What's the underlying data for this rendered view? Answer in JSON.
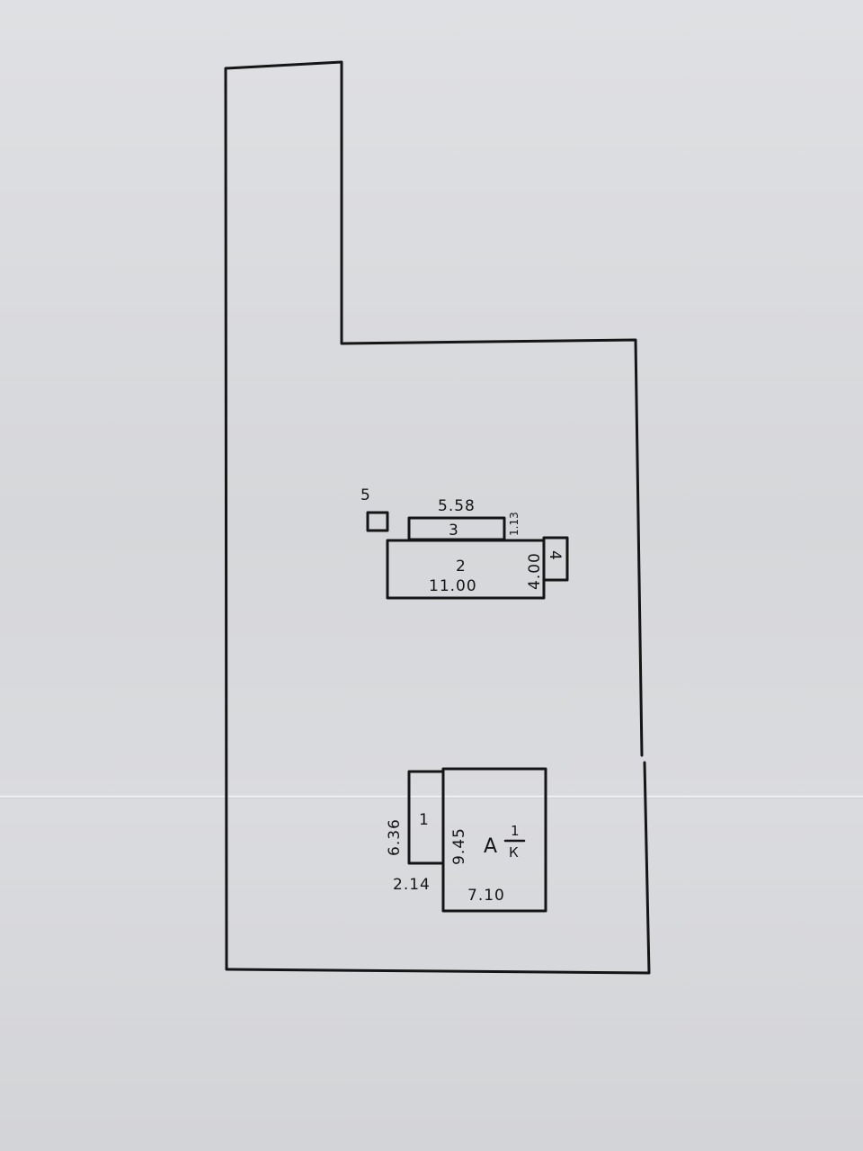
{
  "marker5": "5",
  "building3": {
    "id": "3",
    "width": "5.58",
    "side": "1.13"
  },
  "building2": {
    "id": "2",
    "width": "11.00",
    "depth": "4.00"
  },
  "building4": {
    "id": "4"
  },
  "building1": {
    "id": "1",
    "height": "6.36",
    "width": "2.14"
  },
  "buildingA": {
    "letter": "А",
    "numerator": "1",
    "denominator": "К",
    "height": "9.45",
    "width": "7.10"
  }
}
